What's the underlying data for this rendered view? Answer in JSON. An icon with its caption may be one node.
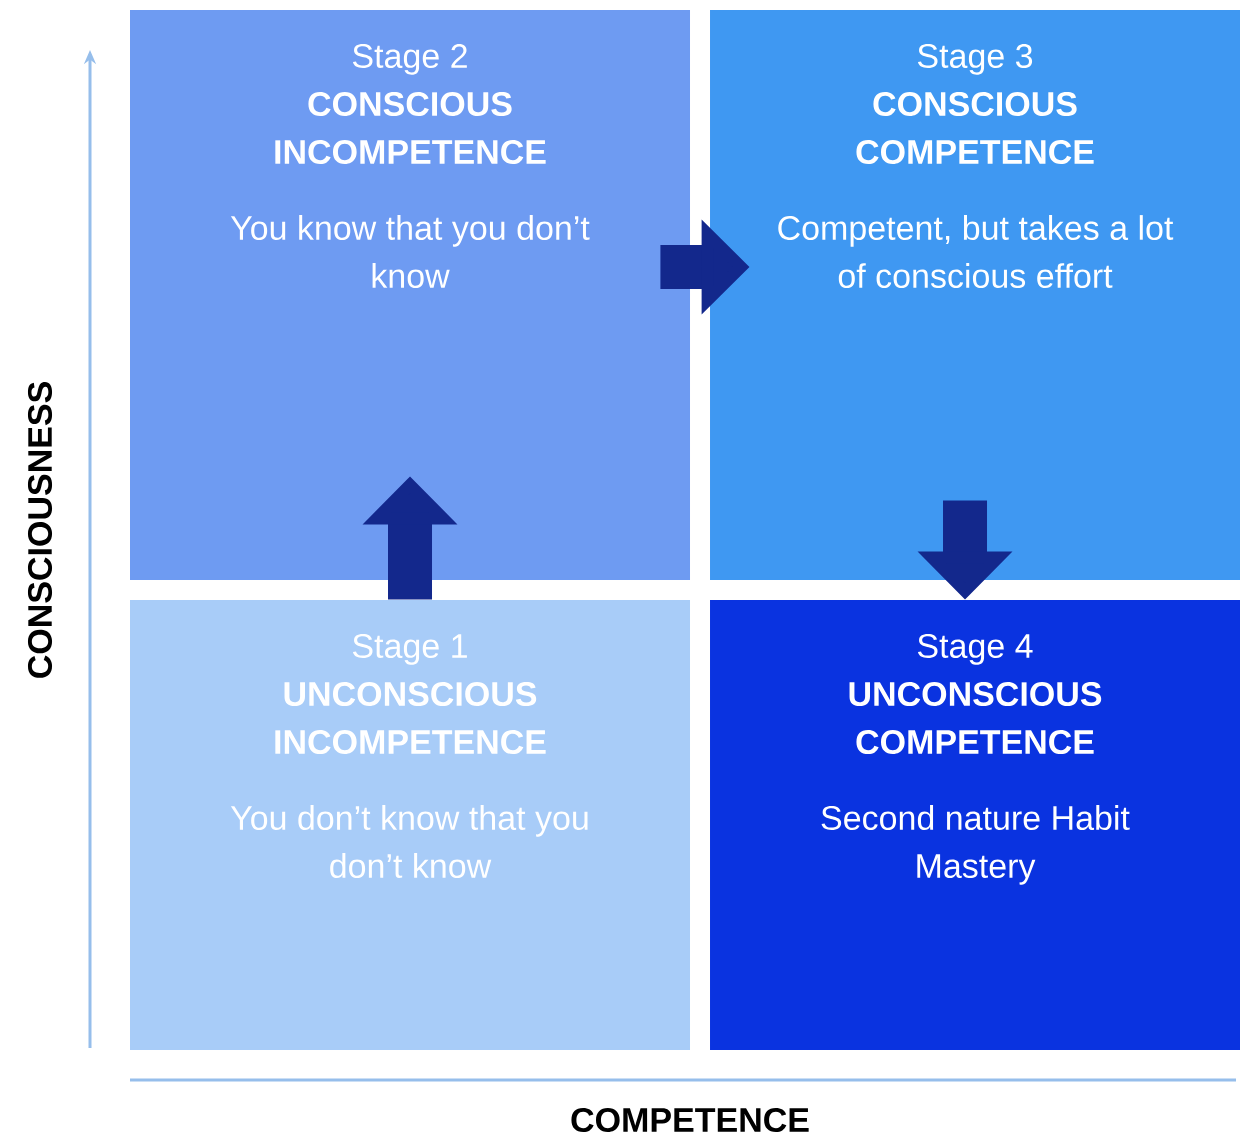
{
  "diagram": {
    "nodes": [
      {
        "text": [
          "Stage 2",
          "CONSCIOUS INCOMPETENCE",
          "You know that you don’t know"
        ]
      },
      {
        "text": [
          "Stage 3",
          "CONSCIOUS COMPETENCE",
          "Competent, but takes a lot of conscious effort"
        ]
      },
      {
        "text": [
          "Stage 1",
          "UNCONSCIOUS INCOMPETENCE",
          "You don’t know that you don’t know"
        ]
      },
      {
        "text": [
          "Stage 4",
          "UNCONSCIOUS COMPETENCE",
          "Second nature Habit Mastery"
        ]
      }
    ],
    "edges": [
      {
        "from": 2,
        "to": 0,
        "arrow": "to"
      },
      {
        "from": 0,
        "to": 1,
        "arrow": "to"
      },
      {
        "from": 1,
        "to": 3,
        "arrow": "to"
      }
    ],
    "labels": [
      "CONSCIOUSNESS",
      "COMPETENCE"
    ]
  }
}
